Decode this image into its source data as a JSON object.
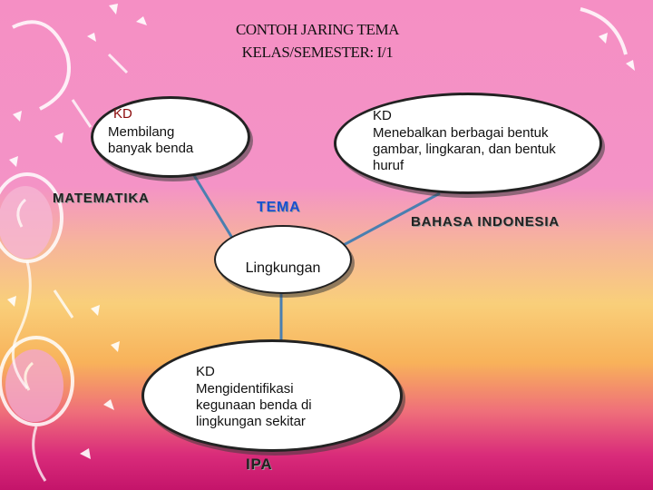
{
  "title": {
    "line1": "CONTOH JARING TEMA",
    "line2": "KELAS/SEMESTER: I/1"
  },
  "center": {
    "label": "TEMA",
    "node_text": "Lingkungan"
  },
  "nodes": {
    "matematika": {
      "kd": "KD",
      "text": "Membilang banyak benda",
      "subject": "MATEMATIKA"
    },
    "bahasa": {
      "kd": "KD",
      "text": "Menebalkan berbagai bentuk gambar, lingkaran, dan bentuk huruf",
      "subject": "BAHASA INDONESIA"
    },
    "ipa": {
      "kd": "KD",
      "text": "Mengidentifikasi kegunaan benda di lingkungan sekitar",
      "subject": "IPA"
    }
  },
  "colors": {
    "connector": "#4a7fb0",
    "tema_label": "#1a4fd0",
    "kd_label": "#8b0a0a"
  },
  "decorations": [
    "balloon",
    "confetti"
  ]
}
